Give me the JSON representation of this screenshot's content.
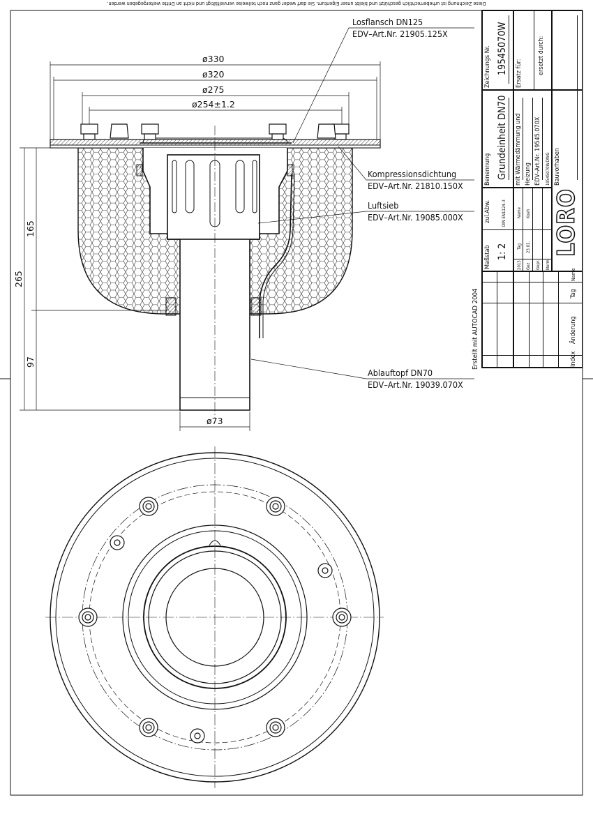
{
  "notice": "Diese Zeichnung ist urheberrechtlich geschützt und bleibt unser Eigentum. Sie darf weder ganz noch teilweise vervielfältigt und nicht an Dritte weitergegeben werden.",
  "created_with": "Erstellt mit AUTOCAD 2004",
  "dimensions": {
    "d330": "ø330",
    "d320": "ø320",
    "d275": "ø275",
    "d254": "ø254±1.2",
    "h165": "165",
    "h265": "265",
    "h97": "97",
    "d73": "ø73"
  },
  "callouts": [
    {
      "name": "Losflansch DN125",
      "art": "EDV–Art.Nr. 21905.125X"
    },
    {
      "name": "Kompressionsdichtung",
      "art": "EDV–Art.Nr. 21810.150X"
    },
    {
      "name": "Luftsieb",
      "art": "EDV–Art.Nr. 19085.000X"
    },
    {
      "name": "Ablauftopf DN70",
      "art": "EDV–Art.Nr. 19039.070X"
    }
  ],
  "title_block": {
    "index_label": "Index",
    "aenderung_label": "Änderung",
    "tag_label": "Tag",
    "name_label": "Name",
    "massstab_label": "Maßstab",
    "massstab_value": "1: 2",
    "zul_abw_label": "zul.Abw.",
    "zul_abw_value": "DIN EN1124–3",
    "year": "2013",
    "tag_col": "Tag",
    "name_col": "Name",
    "gez_label": "Gez.",
    "gez_date": "23.01.",
    "gez_name": "Koeh",
    "gepr_label": "Gepr.",
    "norm_label": "Norm.",
    "logo": "LORO",
    "benennung_label": "Benennung",
    "benennung_value": "Grundeinheit DN70",
    "desc_line1": "mit Wärmedämmung und",
    "desc_line2": "Heizung",
    "desc_art": "EDV–Art.Nr. 19545.070X",
    "desc_file": "19545070W.DWG",
    "bauvorhaben_label": "Bauvorhaben",
    "zeichnungs_label": "Zeichnungs Nr.",
    "zeichnungs_value": "19545070W",
    "ersatz_label": "Ersatz für:",
    "ersetzt_label": "ersetzt durch:"
  }
}
